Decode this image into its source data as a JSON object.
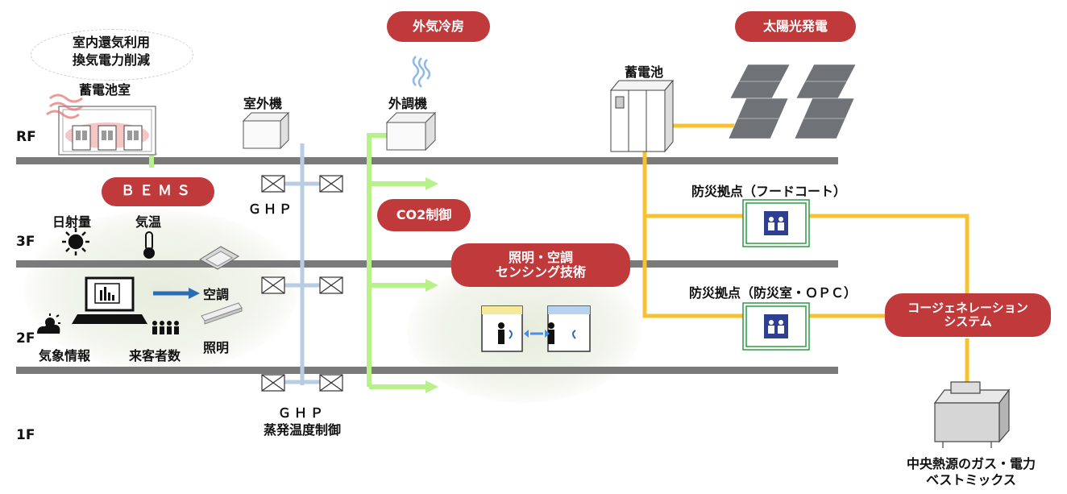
{
  "floors": {
    "rf": "RF",
    "f3": "3F",
    "f2": "2F",
    "f1": "1F"
  },
  "badges": {
    "outdoor_cooling": "外気冷房",
    "solar": "太陽光発電",
    "bems": "ＢＥＭＳ",
    "co2": "CO2制御",
    "lighting_ac_sensing": [
      "照明・空調",
      "センシング技術"
    ],
    "cogeneration": [
      "コージェネレーション",
      "システム"
    ]
  },
  "labels": {
    "return_air": [
      "室内還気利用",
      "換気電力削減"
    ],
    "battery_room": "蓄電池室",
    "outdoor_unit": "室外機",
    "outdoor_ac_unit": "外調機",
    "battery": "蓄電池",
    "ghp": "ＧＨＰ",
    "ghp_evap": [
      "ＧＨＰ",
      "蒸発温度制御"
    ],
    "solar_irradiance": "日射量",
    "temperature": "気温",
    "air_conditioning": "空調",
    "lighting": "照明",
    "weather_info": "気象情報",
    "visitors": "来客者数",
    "disaster_food_court": "防災拠点（フードコート）",
    "disaster_room_opc": "防災拠点（防災室・ＯＰＣ）",
    "central_heat_source": [
      "中央熱源のガス・電力",
      "ベストミックス"
    ]
  },
  "colors": {
    "badge_red": "#c0393b",
    "floor_gray": "#7a7a7a",
    "power_line": "#f7c230",
    "air_line": "#b8f08a",
    "gas_pipe": "#b9cde2",
    "shelter_green": "#2e9a45",
    "shelter_icon": "#2f3f8f"
  }
}
